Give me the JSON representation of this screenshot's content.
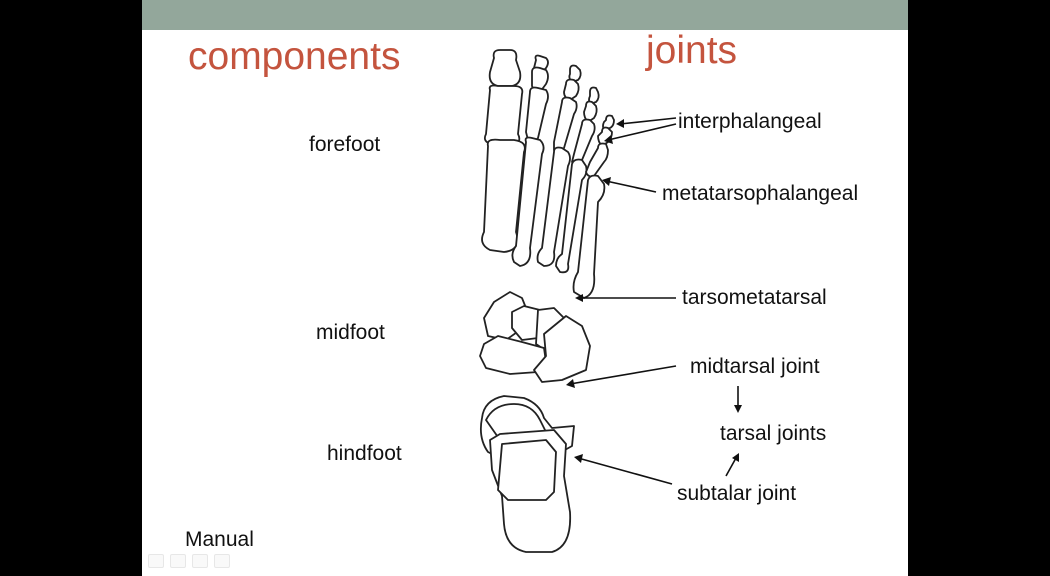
{
  "slide": {
    "title_left": "components",
    "title_right": "joints",
    "regions": {
      "forefoot": "forefoot",
      "midfoot": "midfoot",
      "hindfoot": "hindfoot"
    },
    "joints": {
      "interphalangeal": "interphalangeal",
      "metatarsophalangeal": "metatarsophalangeal",
      "tarsometatarsal": "tarsometatarsal",
      "midtarsal": "midtarsal joint",
      "tarsal": "tarsal joints",
      "subtalar": "subtalar joint"
    },
    "footer": "Manual"
  },
  "colors": {
    "header_bar": "#93a79b",
    "title": "#c4543e",
    "background": "#000000"
  },
  "icons": [
    "foot-skeleton-diagram",
    "previous-slide-icon",
    "pen-icon",
    "menu-icon",
    "next-slide-icon"
  ]
}
